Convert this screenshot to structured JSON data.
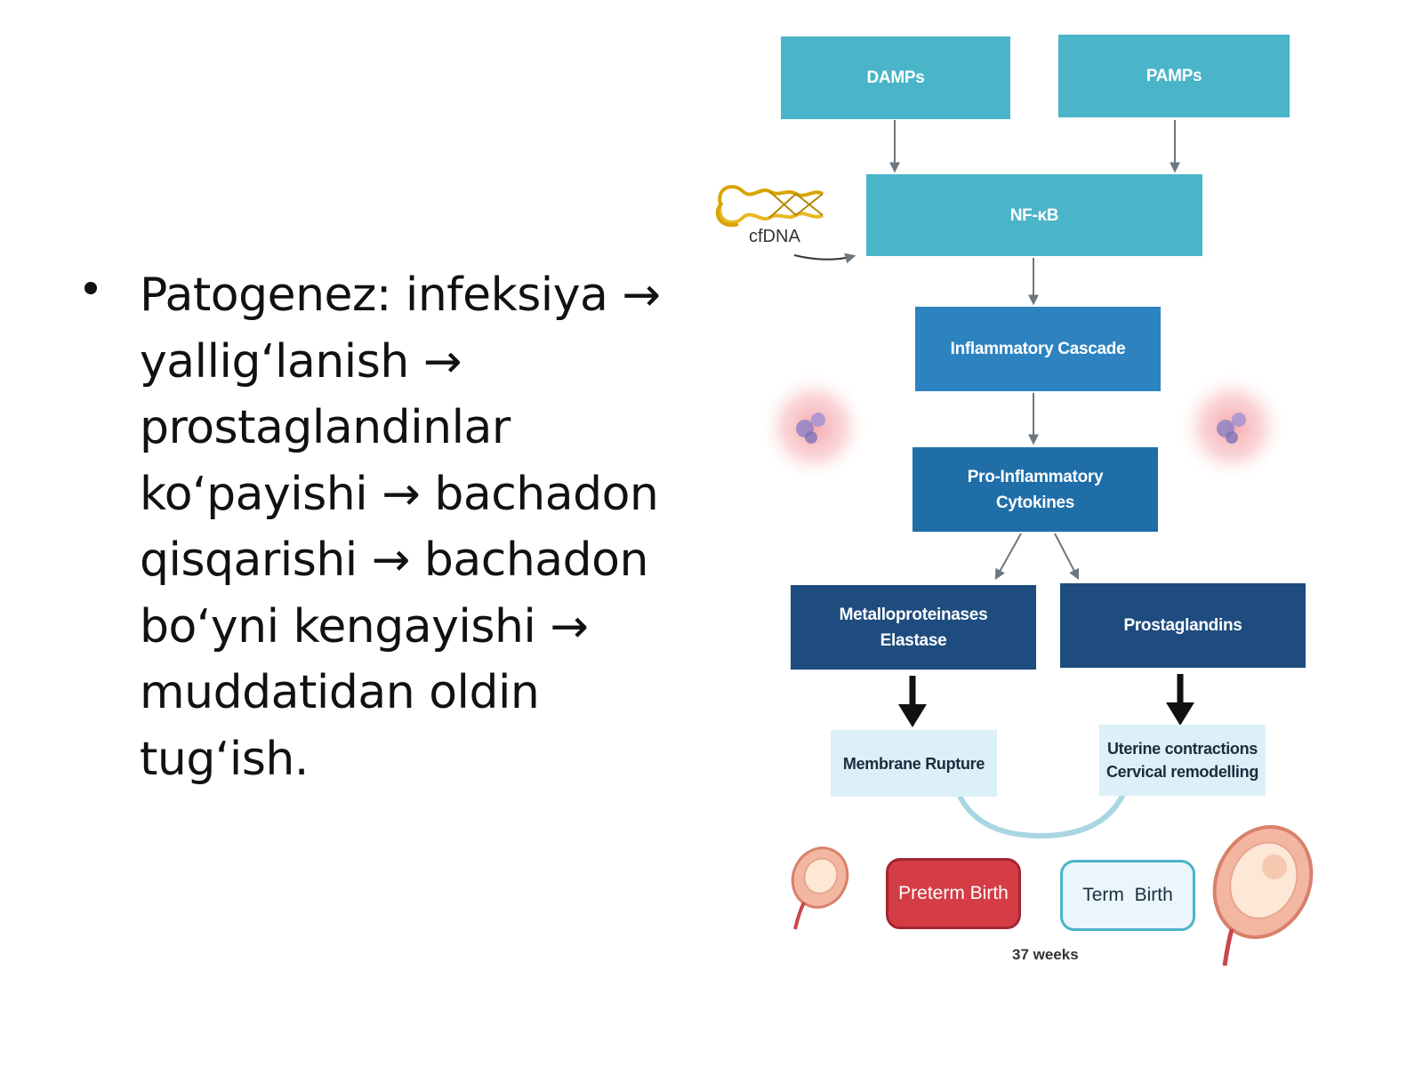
{
  "text": {
    "bullet_lines": [
      "Patogenez: infeksiya →",
      "yallig‘lanish →",
      "prostaglandinlar",
      "ko‘payishi → bachadon",
      "qisqarishi → bachadon",
      "bo‘yni kengayishi →",
      "muddatidan oldin",
      "tug‘ish."
    ]
  },
  "diagram": {
    "damps": "DAMPs",
    "pamps": "PAMPs",
    "cfdna": "cfDNA",
    "nfkb": "NF-κB",
    "cascade": "Inflammatory Cascade",
    "cytokines_line1": "Pro-Inflammatory",
    "cytokines_line2": "Cytokines",
    "mmp_line1": "Metalloproteinases",
    "mmp_line2": "Elastase",
    "prostaglandins": "Prostaglandins",
    "rupture": "Membrane Rupture",
    "uterine_line1": "Uterine contractions",
    "uterine_line2": "Cervical remodelling",
    "preterm": "Preterm Birth",
    "term": "Term  Birth",
    "weeks": "37 weeks"
  },
  "colors": {
    "teal": "#4ab4c8",
    "blue_mid": "#2d83bf",
    "blue_deep": "#1f6ea8",
    "navy": "#1e4c7e",
    "pale": "#dcf0f7",
    "preterm_red": "#d43c46"
  },
  "icons": [
    "cfdna-helix-icon",
    "immune-cell-icon",
    "uterus-fetus-icon"
  ]
}
